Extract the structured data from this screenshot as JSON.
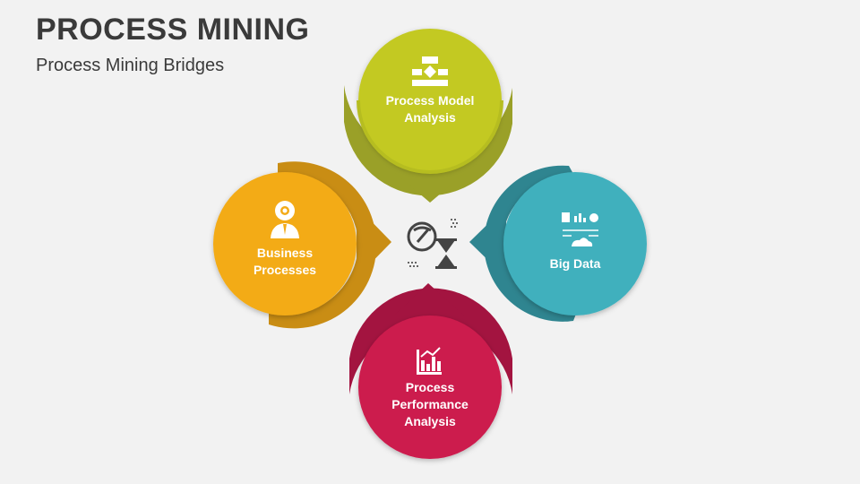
{
  "header": {
    "title": "PROCESS MINING",
    "subtitle": "Process Mining Bridges"
  },
  "diagram": {
    "center_icon": "pickaxe-hourglass-icon",
    "nodes": [
      {
        "id": "top",
        "line1": "Process Model",
        "line2": "Analysis",
        "line3": "",
        "color": "#c3c924",
        "ring": "#9aa028",
        "icon": "flowchart-icon"
      },
      {
        "id": "right",
        "line1": "Big Data",
        "line2": "",
        "line3": "",
        "color": "#3fb0bd",
        "ring": "#2f8590",
        "icon": "big-data-dashboard-icon"
      },
      {
        "id": "bottom",
        "line1": "Process",
        "line2": "Performance",
        "line3": "Analysis",
        "color": "#cc1a4d",
        "ring": "#a31440",
        "icon": "bar-chart-icon"
      },
      {
        "id": "left",
        "line1": "Business",
        "line2": "Processes",
        "line3": "",
        "color": "#f3ab19",
        "ring": "#c98d14",
        "icon": "user-gear-icon"
      }
    ]
  }
}
